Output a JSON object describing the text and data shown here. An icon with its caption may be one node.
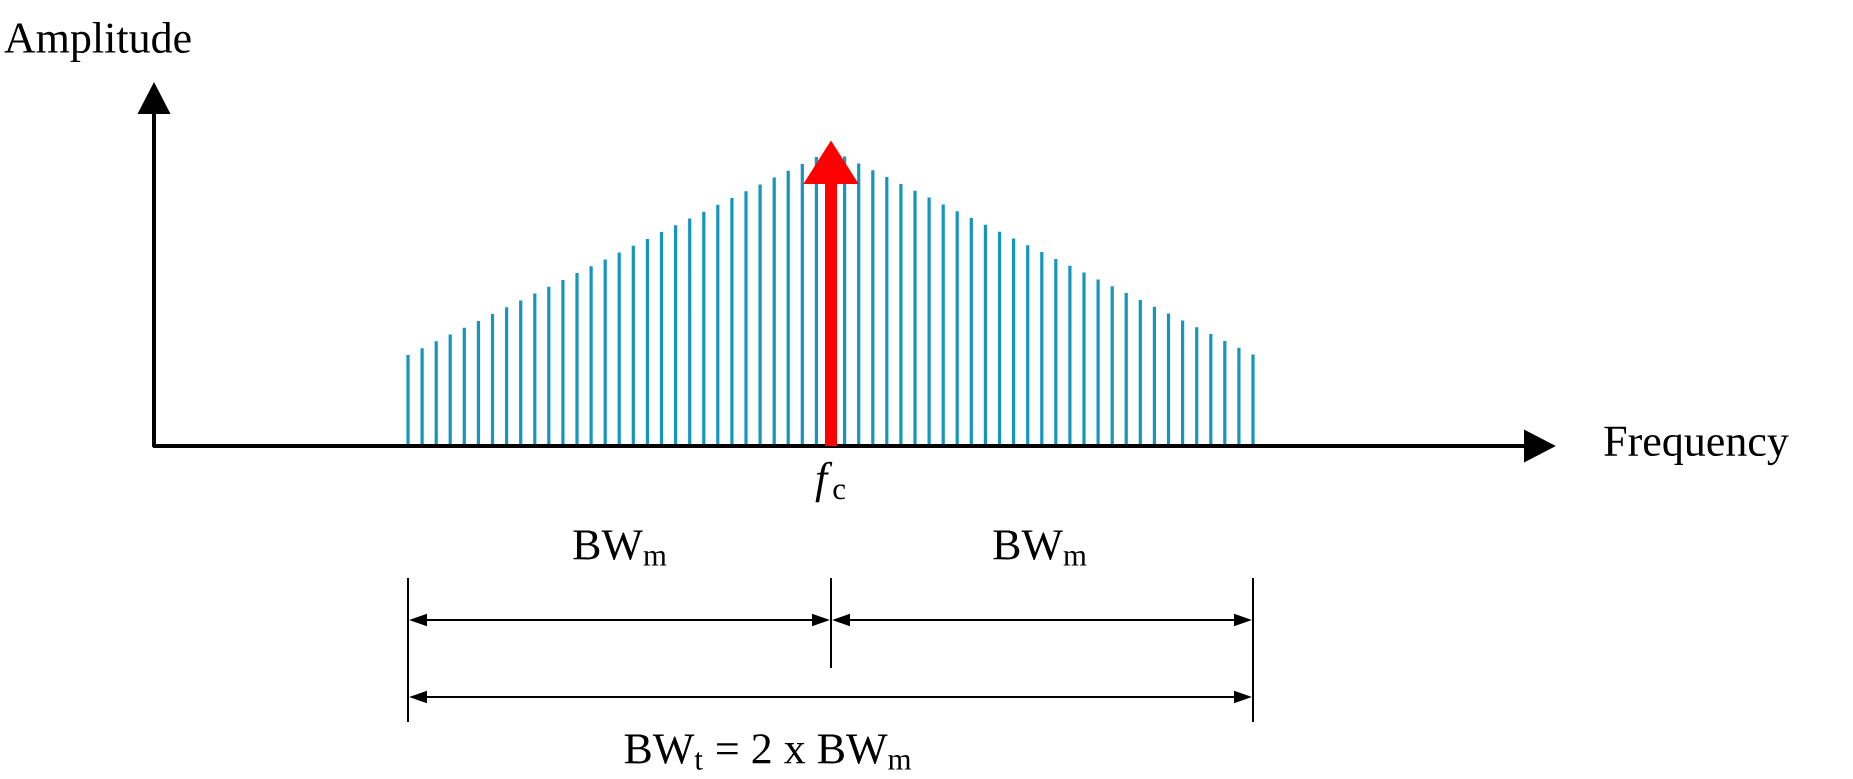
{
  "diagram": {
    "labels": [
      "Amplitude",
      "Frequency",
      "*f*$_{c}$",
      "BW$_{m}$",
      "BW$_{m}$",
      "BW$_{t}$ = 2 x BW$_{m}$"
    ]
  }
}
